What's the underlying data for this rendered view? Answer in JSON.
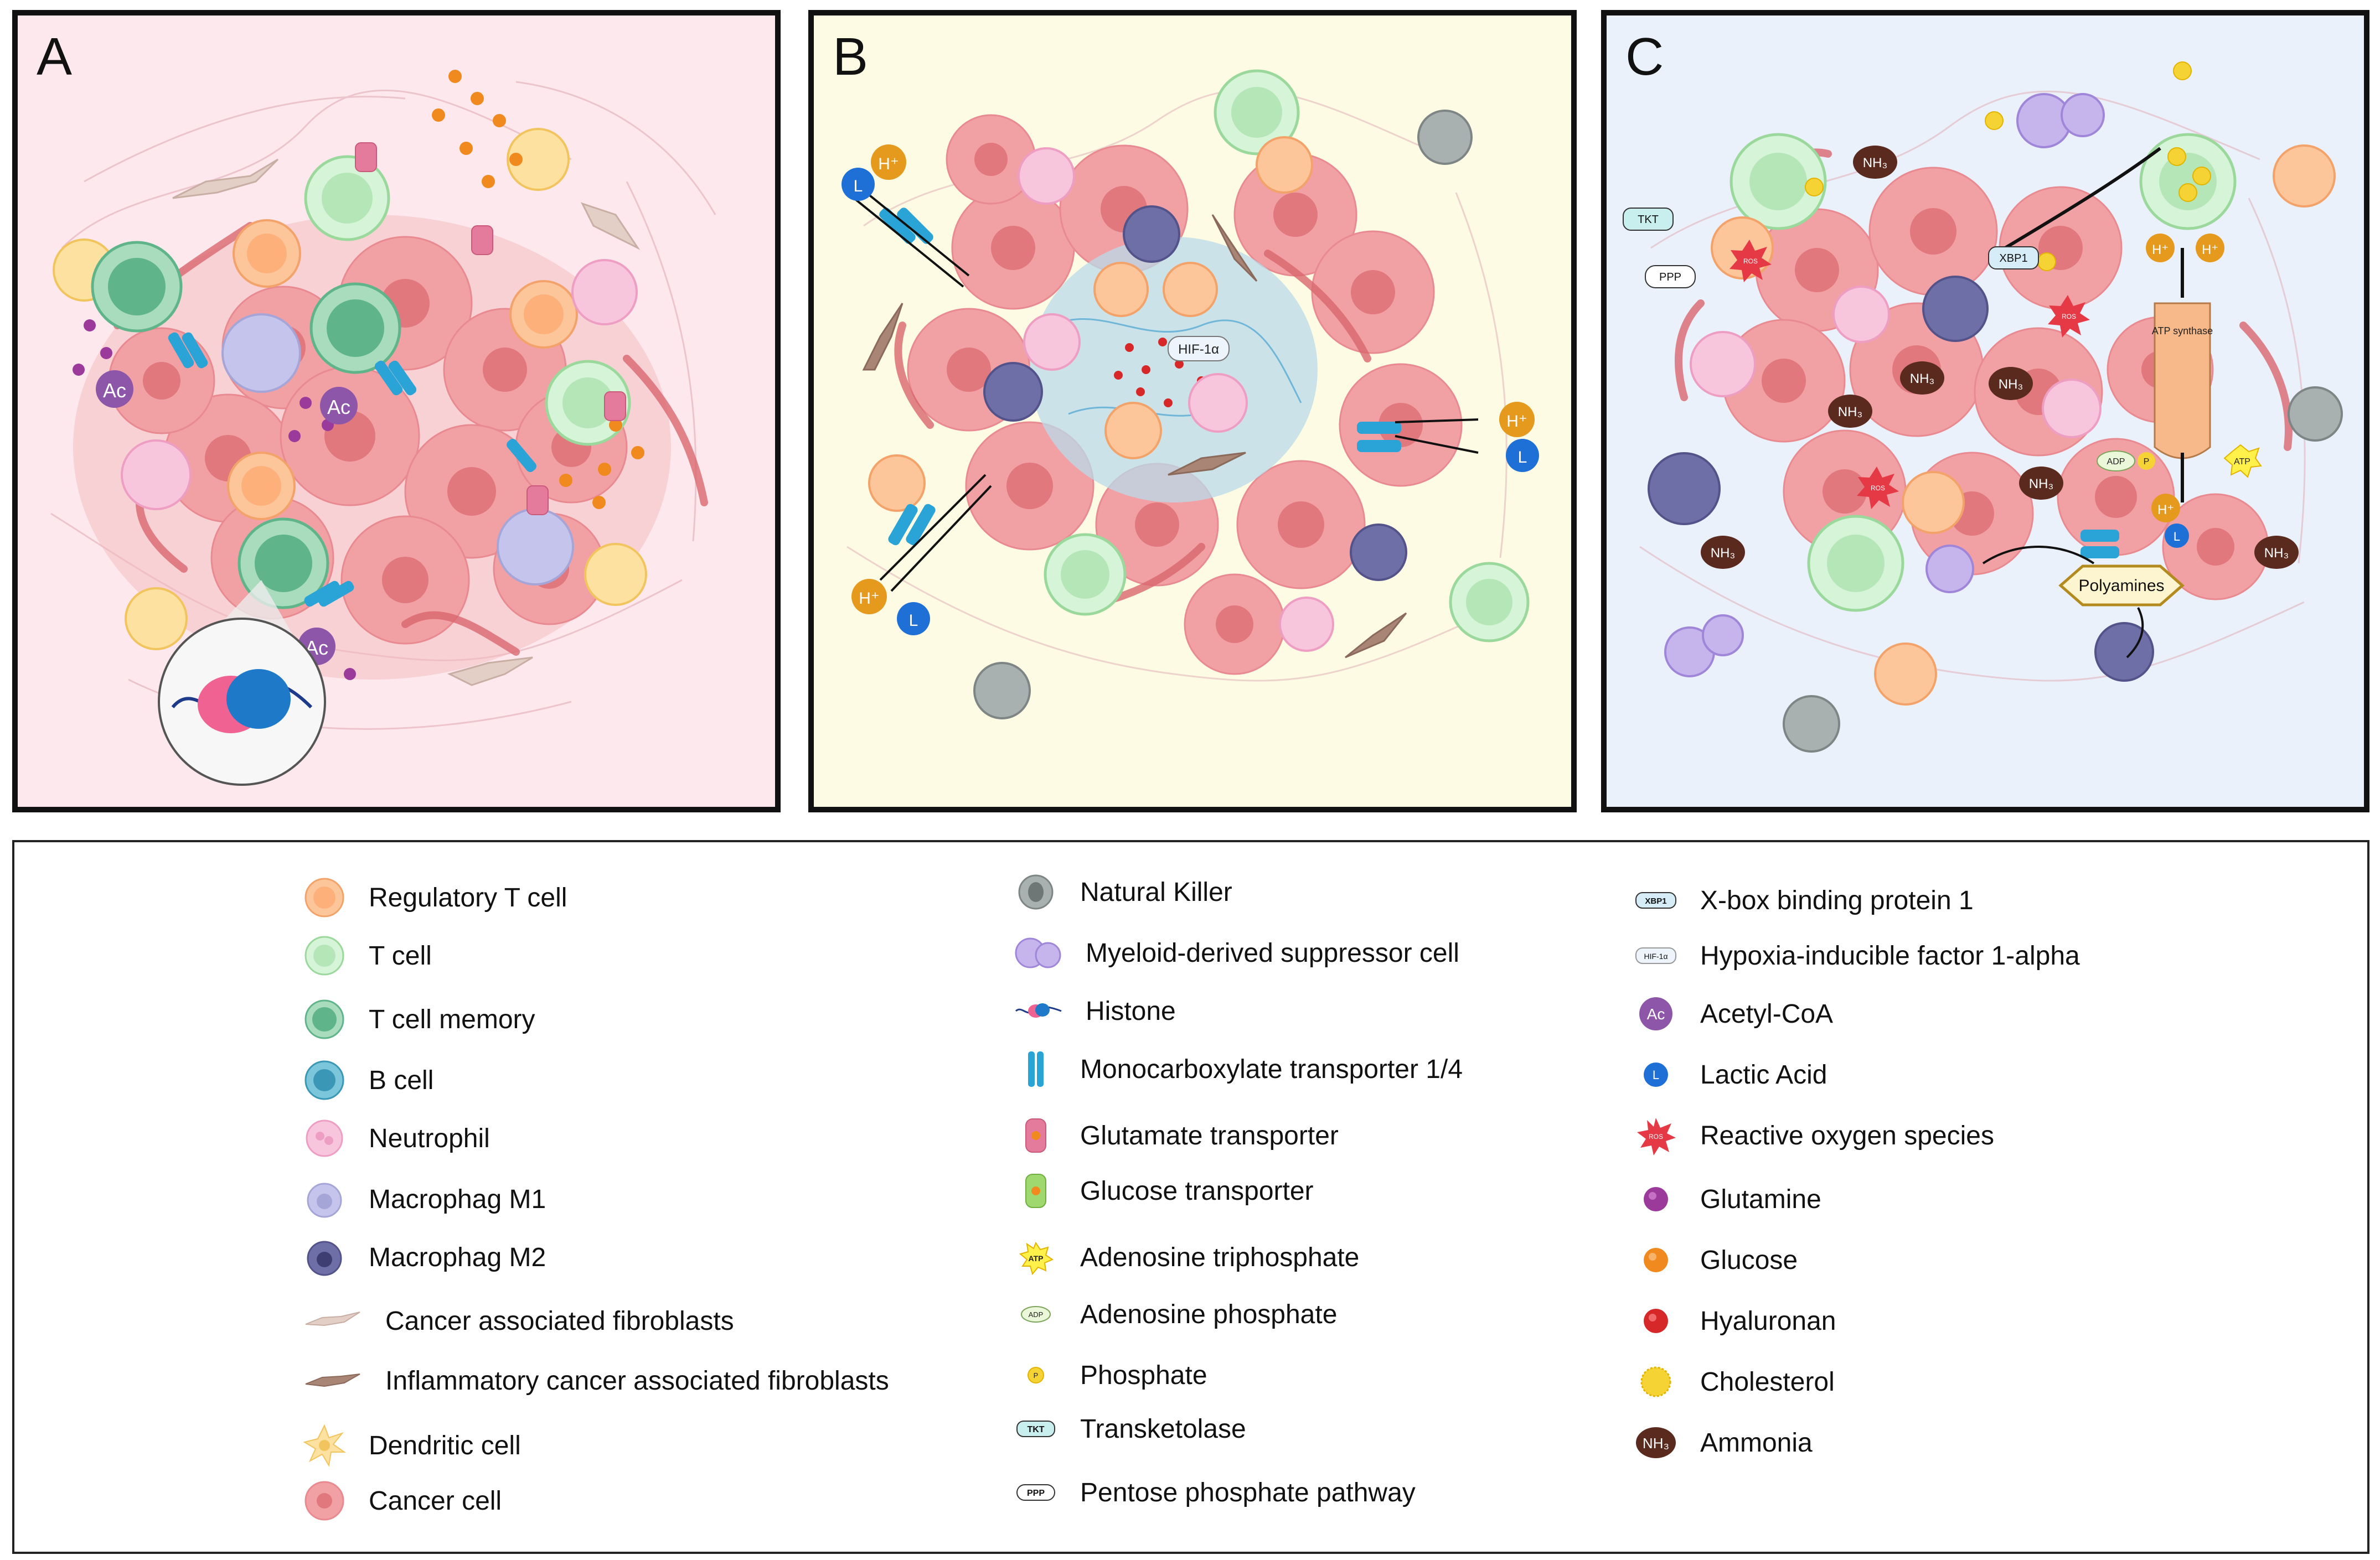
{
  "panels": {
    "a": {
      "letter": "A",
      "acetyl_label": "Ac"
    },
    "b": {
      "letter": "B",
      "hif_label": "HIF-1α",
      "proton_label": "H⁺",
      "lactate_label": "L"
    },
    "c": {
      "letter": "C",
      "tkt_label": "TKT",
      "ppp_label": "PPP",
      "xbp1_label": "XBP1",
      "ammonia_label": "NH₃",
      "atp_synthase_label": "ATP synthase",
      "adp_label": "ADP",
      "atp_label": "ATP",
      "phosphate_label": "P",
      "ros_label": "ROS",
      "polyamines_label": "Polyamines",
      "proton_label": "H⁺",
      "lactate_label": "L"
    }
  },
  "legend": {
    "col1": [
      {
        "icon": "regulatory-t-cell",
        "label": "Regulatory T cell"
      },
      {
        "icon": "t-cell",
        "label": "T cell"
      },
      {
        "icon": "t-cell-memory",
        "label": "T cell memory"
      },
      {
        "icon": "b-cell",
        "label": "B cell"
      },
      {
        "icon": "neutrophil",
        "label": "Neutrophil"
      },
      {
        "icon": "macrophage-m1",
        "label": "Macrophag M1"
      },
      {
        "icon": "macrophage-m2",
        "label": "Macrophag M2"
      },
      {
        "icon": "caf",
        "label": "Cancer associated fibroblasts"
      },
      {
        "icon": "icaf",
        "label": "Inflammatory cancer associated fibroblasts"
      },
      {
        "icon": "dendritic-cell",
        "label": "Dendritic cell"
      },
      {
        "icon": "cancer-cell",
        "label": "Cancer cell"
      }
    ],
    "col2": [
      {
        "icon": "natural-killer",
        "label": "Natural Killer"
      },
      {
        "icon": "mdsc",
        "label": "Myeloid-derived suppressor cell"
      },
      {
        "icon": "histone",
        "label": "Histone"
      },
      {
        "icon": "mct",
        "label": "Monocarboxylate transporter 1/4"
      },
      {
        "icon": "glutamate-transporter",
        "label": "Glutamate transporter"
      },
      {
        "icon": "glucose-transporter",
        "label": "Glucose transporter"
      },
      {
        "icon": "atp",
        "label": "Adenosine triphosphate",
        "badge": "ATP"
      },
      {
        "icon": "adp",
        "label": "Adenosine phosphate",
        "badge": "ADP"
      },
      {
        "icon": "phosphate",
        "label": "Phosphate",
        "badge": "P"
      },
      {
        "icon": "tkt",
        "label": "Transketolase",
        "badge": "TKT"
      },
      {
        "icon": "ppp",
        "label": "Pentose phosphate pathway",
        "badge": "PPP"
      }
    ],
    "col3": [
      {
        "icon": "xbp1",
        "label": "X-box binding protein 1",
        "badge": "XBP1"
      },
      {
        "icon": "hif1a",
        "label": "Hypoxia-inducible factor 1-alpha",
        "badge": "HIF-1α"
      },
      {
        "icon": "acetyl-coa",
        "label": "Acetyl-CoA",
        "badge": "Ac"
      },
      {
        "icon": "lactic-acid",
        "label": " Lactic Acid",
        "badge": "L"
      },
      {
        "icon": "ros",
        "label": "Reactive oxygen species",
        "badge": "ROS"
      },
      {
        "icon": "glutamine",
        "label": "Glutamine"
      },
      {
        "icon": "glucose",
        "label": "Glucose"
      },
      {
        "icon": "hyaluronan",
        "label": "Hyaluronan"
      },
      {
        "icon": "cholesterol",
        "label": "Cholesterol"
      },
      {
        "icon": "ammonia",
        "label": "Ammonia",
        "badge": "NH₃"
      }
    ]
  },
  "colors": {
    "cancer": "#f1a0a4",
    "cancer_nucleus": "#e0787e",
    "treg": "#fcc69a",
    "tcell": "#c8efc9",
    "tmem": "#5fb48a",
    "neutrophil": "#f7c6dc",
    "m1": "#c4c4ec",
    "m2": "#6f6fa8",
    "caf": "#e4cfc7",
    "icaf": "#a88575",
    "dendritic": "#fde1a0",
    "mct": "#2aa4d6",
    "glucose": "#f08a1e",
    "glutamine": "#9b3a9b",
    "ammonia": "#5a2a1e"
  }
}
